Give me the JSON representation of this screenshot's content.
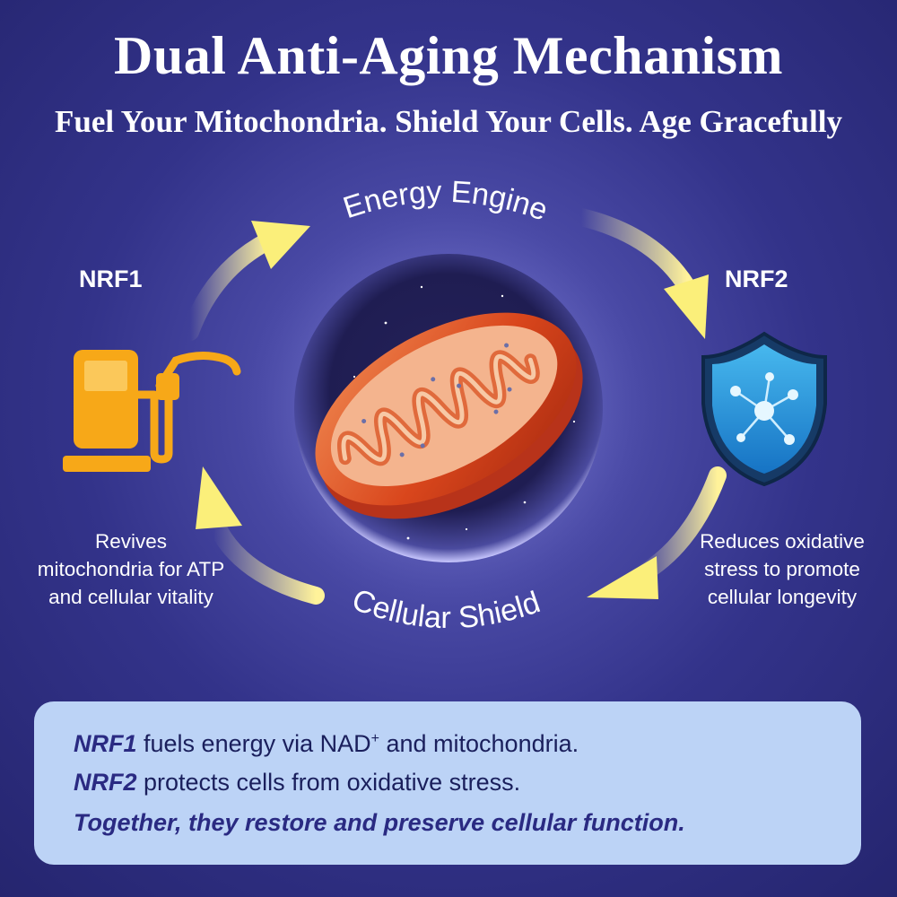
{
  "header": {
    "title": "Dual Anti-Aging Mechanism",
    "subtitle": "Fuel Your Mitochondria. Shield Your Cells. Age Gracefully"
  },
  "cycle": {
    "top_label": "Energy Engine",
    "bottom_label": "Cellular Shield"
  },
  "nodes": {
    "left": {
      "title": "NRF1",
      "icon": "fuel-pump-icon",
      "desc_lines": [
        "Revives",
        "mitochondria for ATP",
        "and cellular vitality"
      ]
    },
    "right": {
      "title": "NRF2",
      "icon": "shield-molecule-icon",
      "desc_lines": [
        "Reduces oxidative",
        "stress to promote",
        "cellular longevity"
      ]
    }
  },
  "center": {
    "icon": "mitochondrion-illustration"
  },
  "summary": {
    "line1_term": "NRF1",
    "line1_text_a": " fuels energy via NAD",
    "line1_sup": "+",
    "line1_text_b": " and mitochondria.",
    "line2_term": "NRF2",
    "line2_text": " protects cells from oxidative stress.",
    "line3": "Together, they restore and preserve cellular function."
  },
  "colors": {
    "background": "#2f2f86",
    "arrow": "#fbef7a",
    "fuel_pump": "#f7a818",
    "shield": "#1a8fd6",
    "summary_box": "#bcd3f6",
    "summary_text": "#2a2a82"
  }
}
